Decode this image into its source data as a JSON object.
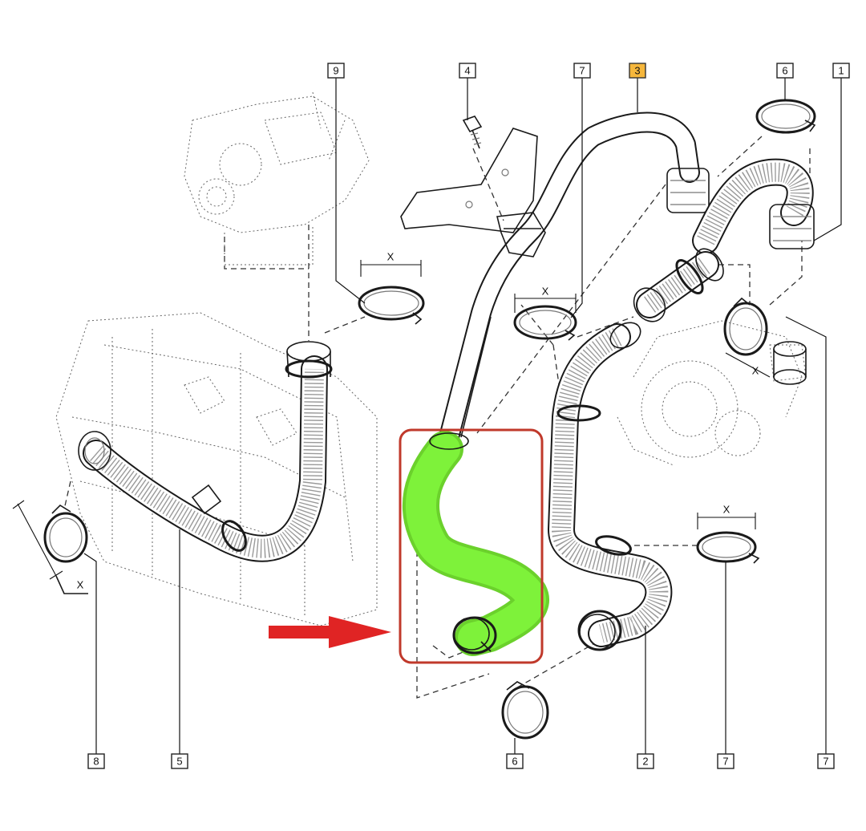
{
  "callouts": {
    "c9": "9",
    "c4": "4",
    "c7_top": "7",
    "c3": "3",
    "c6_top": "6",
    "c1": "1",
    "c8": "8",
    "c5": "5",
    "c6_bottom": "6",
    "c2": "2",
    "c7_bottom_mid": "7",
    "c7_bottom_right": "7"
  },
  "dimension_labels": {
    "x_clamp9": "X",
    "x_clamp7": "X",
    "x_clamp8": "X",
    "x_clamp7_lower": "X",
    "x_turbo": "X"
  },
  "highlight": {
    "part_color": "#7ef23a",
    "frame_color": "#c0392b",
    "arrow_color": "#e02424",
    "callout_3_fill": "#f6b73c"
  }
}
